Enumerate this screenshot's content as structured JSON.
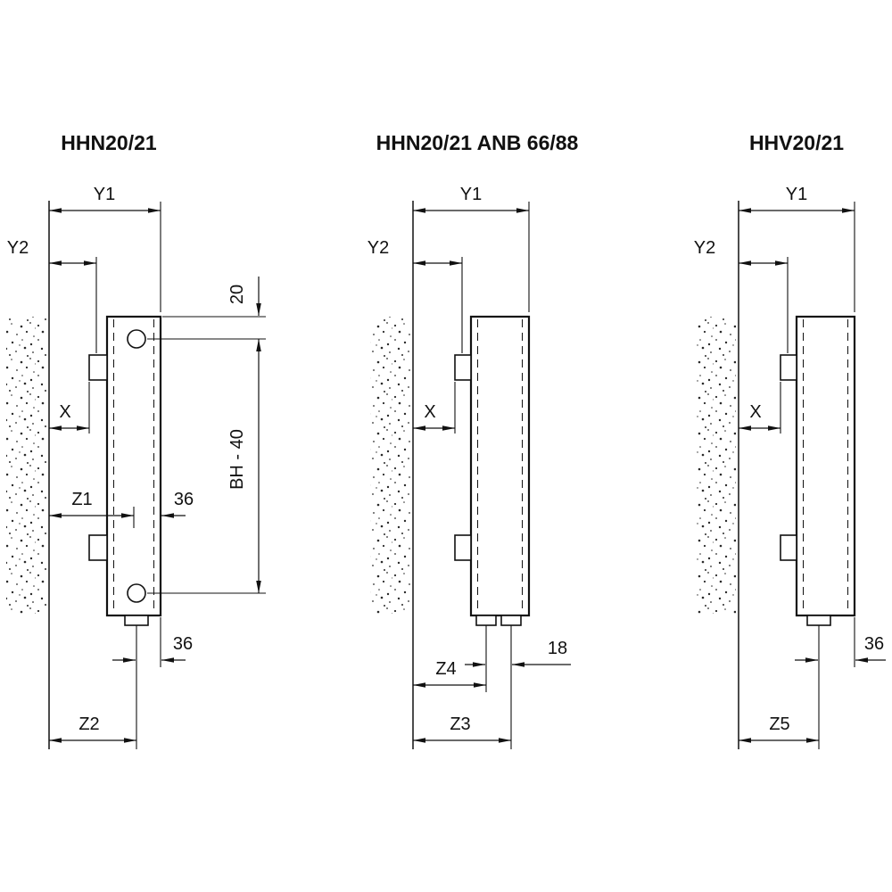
{
  "colors": {
    "ink": "#111111",
    "background": "#ffffff"
  },
  "panels": [
    {
      "title": "HHN20/21",
      "labels": {
        "y1": "Y1",
        "y2": "Y2",
        "x": "X",
        "top_offset": "20",
        "height": "BH - 40",
        "pipe_inset_top": "36",
        "pipe_inset_bottom": "36",
        "z1": "Z1",
        "z2": "Z2"
      }
    },
    {
      "title": "HHN20/21 ANB 66/88",
      "labels": {
        "y1": "Y1",
        "y2": "Y2",
        "x": "X",
        "pipe_spacing": "18",
        "z4": "Z4",
        "z3": "Z3"
      }
    },
    {
      "title": "HHV20/21",
      "labels": {
        "y1": "Y1",
        "y2": "Y2",
        "x": "X",
        "pipe_inset": "36",
        "z5": "Z5"
      }
    }
  ]
}
